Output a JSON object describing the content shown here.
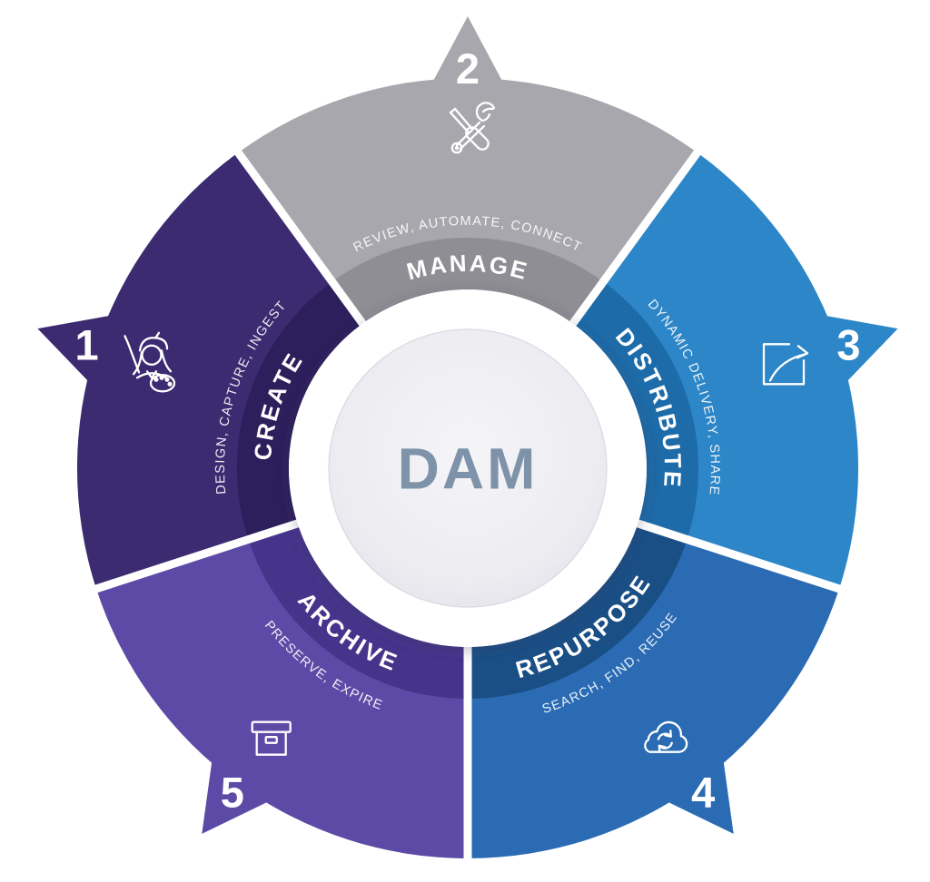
{
  "diagram": {
    "center": {
      "label": "DAM",
      "text_color": "#7e93a9"
    },
    "text_colors": {
      "label": "#ffffff",
      "descriptor": "#ffffff",
      "number": "#ffffff"
    },
    "segments": [
      {
        "number": "1",
        "name": "CREATE",
        "descriptor": "DESIGN, CAPTURE, INGEST",
        "icon": "artist-icon",
        "angle_deg": 162,
        "outer_color": "#3c2b71",
        "band_color": "#2d1e5c"
      },
      {
        "number": "2",
        "name": "MANAGE",
        "descriptor": "REVIEW, AUTOMATE, CONNECT",
        "icon": "tools-icon",
        "angle_deg": 90,
        "outer_color": "#a8a7ad",
        "band_color": "#8f8e94"
      },
      {
        "number": "3",
        "name": "DISTRIBUTE",
        "descriptor": "DYNAMIC DELIVERY, SHARE",
        "icon": "share-icon",
        "angle_deg": 18,
        "outer_color": "#2d86c7",
        "band_color": "#1d6ba8"
      },
      {
        "number": "4",
        "name": "REPURPOSE",
        "descriptor": "SEARCH, FIND, REUSE",
        "icon": "cloud-sync-icon",
        "angle_deg": -54,
        "outer_color": "#2a6bb3",
        "band_color": "#1a4f86"
      },
      {
        "number": "5",
        "name": "ARCHIVE",
        "descriptor": "PRESERVE, EXPIRE",
        "icon": "archive-box-icon",
        "angle_deg": 234,
        "outer_color": "#5c4aa6",
        "band_color": "#46348b"
      }
    ]
  }
}
